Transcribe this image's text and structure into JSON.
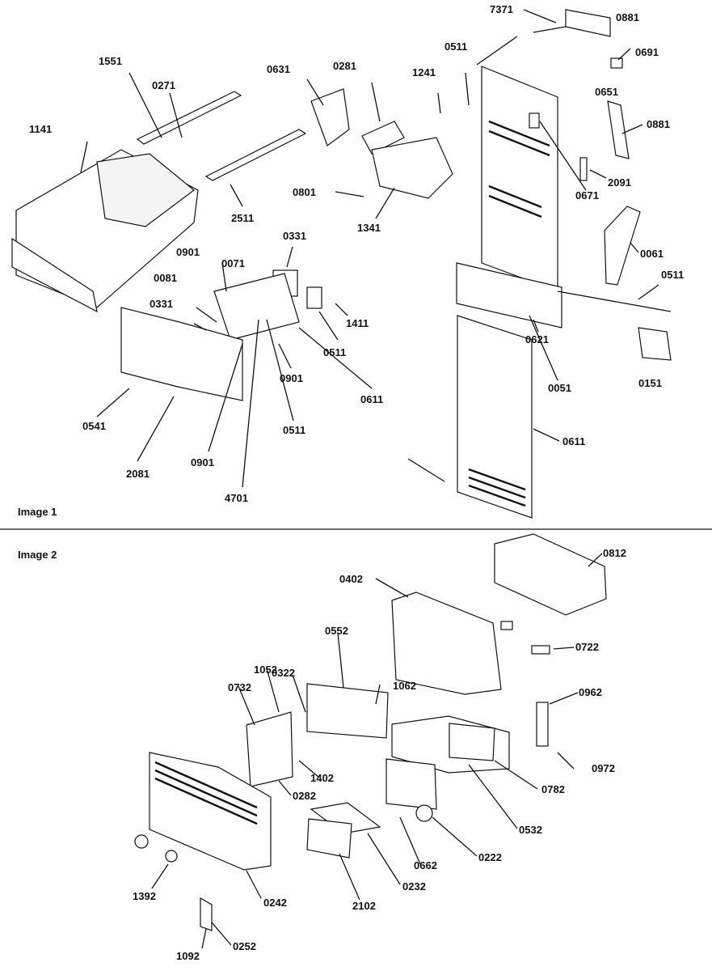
{
  "header_fragment": "7371",
  "panels": [
    {
      "label": "Image 1",
      "parts": [
        "0881",
        "0691",
        "0511",
        "1241",
        "0281",
        "0631",
        "1551",
        "0271",
        "1141",
        "0651",
        "0881",
        "2091",
        "0671",
        "0801",
        "1341",
        "2511",
        "0061",
        "0331",
        "0901",
        "0071",
        "0081",
        "0331",
        "1411",
        "0511",
        "0511",
        "0621",
        "0151",
        "0051",
        "0541",
        "0901",
        "0611",
        "0511",
        "2081",
        "0901",
        "4701",
        "0611"
      ]
    },
    {
      "label": "Image 2",
      "parts": [
        "0812",
        "0402",
        "0722",
        "0552",
        "0322",
        "1052",
        "1062",
        "0732",
        "0962",
        "1402",
        "0282",
        "0972",
        "0782",
        "0532",
        "0662",
        "0222",
        "1392",
        "0232",
        "2102",
        "0242",
        "1092",
        "0252"
      ]
    }
  ]
}
